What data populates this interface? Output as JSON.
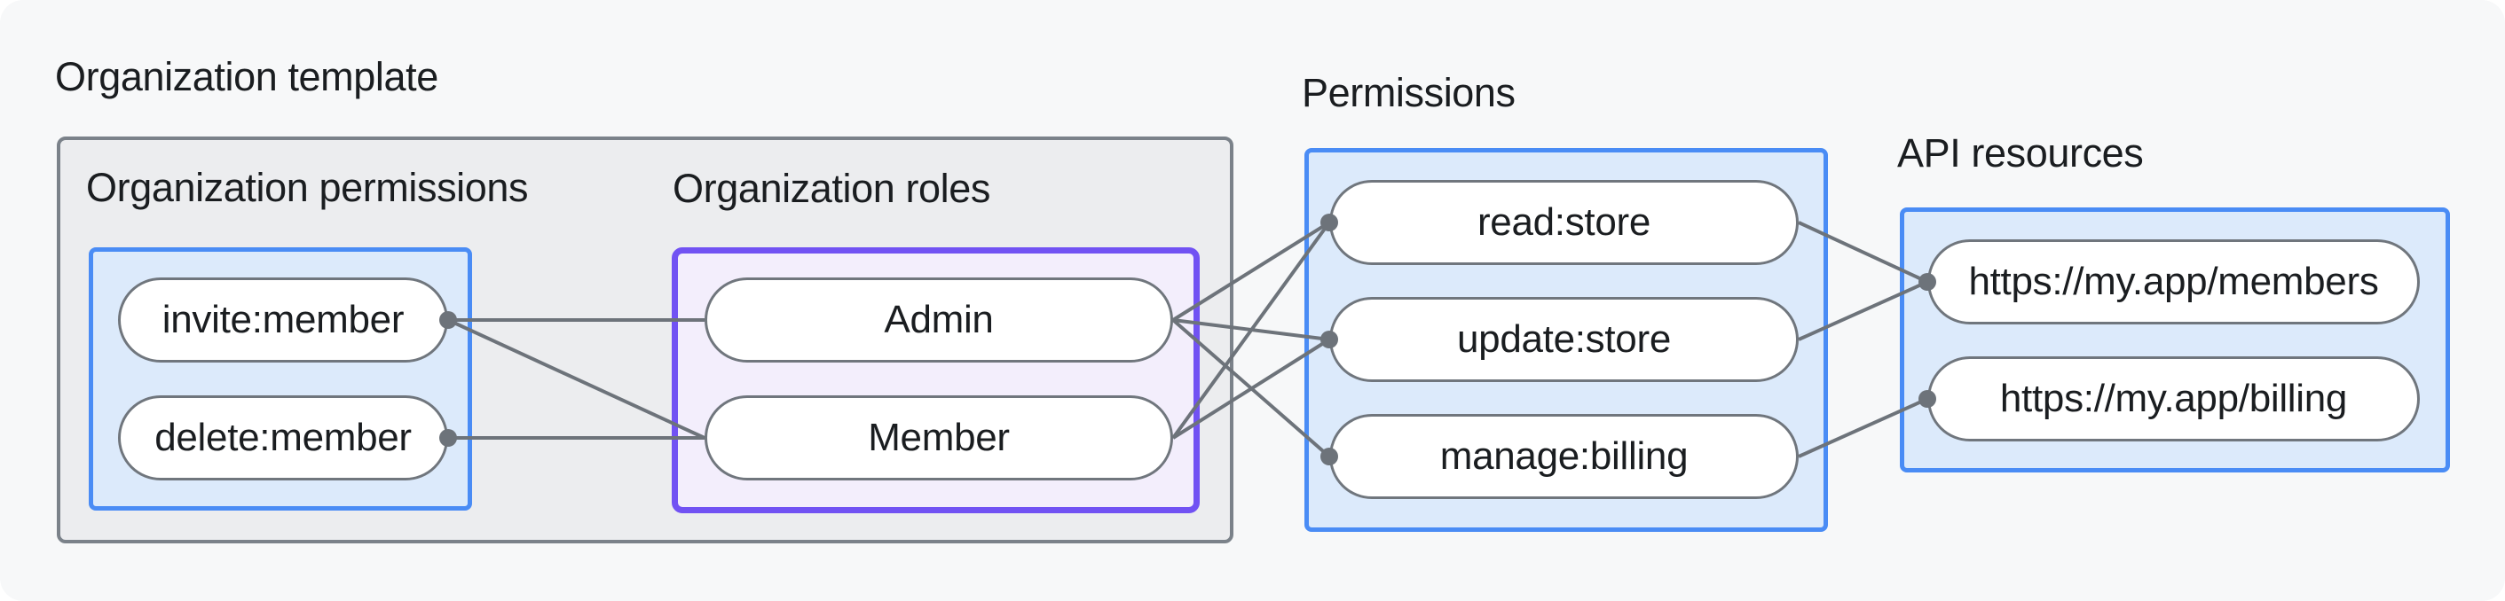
{
  "headings": {
    "org_template": "Organization template",
    "org_permissions": "Organization permissions",
    "org_roles": "Organization roles",
    "permissions": "Permissions",
    "api_resources": "API resources"
  },
  "nodes": {
    "invite_member": {
      "label": "invite:member",
      "group": "Organization permissions"
    },
    "delete_member": {
      "label": "delete:member",
      "group": "Organization permissions"
    },
    "admin": {
      "label": "Admin",
      "group": "Organization roles"
    },
    "member": {
      "label": "Member",
      "group": "Organization roles"
    },
    "read_store": {
      "label": "read:store",
      "group": "Permissions"
    },
    "update_store": {
      "label": "update:store",
      "group": "Permissions"
    },
    "manage_billing": {
      "label": "manage:billing",
      "group": "Permissions"
    },
    "api_members": {
      "label": "https://my.app/members",
      "group": "API resources"
    },
    "api_billing": {
      "label": "https://my.app/billing",
      "group": "API resources"
    }
  },
  "edges": [
    [
      "invite_member",
      "admin"
    ],
    [
      "invite_member",
      "member"
    ],
    [
      "delete_member",
      "member"
    ],
    [
      "admin",
      "read_store"
    ],
    [
      "admin",
      "update_store"
    ],
    [
      "admin",
      "manage_billing"
    ],
    [
      "member",
      "read_store"
    ],
    [
      "member",
      "update_store"
    ],
    [
      "read_store",
      "api_members"
    ],
    [
      "update_store",
      "api_members"
    ],
    [
      "manage_billing",
      "api_billing"
    ]
  ],
  "dots": [
    "invite_member.right",
    "delete_member.right",
    "read_store.left",
    "update_store.left",
    "manage_billing.left",
    "api_members.left",
    "api_billing.left"
  ],
  "colors": {
    "page_bg": "#F7F8F9",
    "text": "#1A1D20",
    "gray_fill": "#ECEDEF",
    "gray_border": "#7B828A",
    "blue_fill": "#DCEAFB",
    "blue_border": "#4A8CF5",
    "purple_fill": "#F3EEFC",
    "purple_border": "#7152F3",
    "pill_border": "#70767D",
    "line": "#6D737A",
    "dot": "#6D737A"
  }
}
